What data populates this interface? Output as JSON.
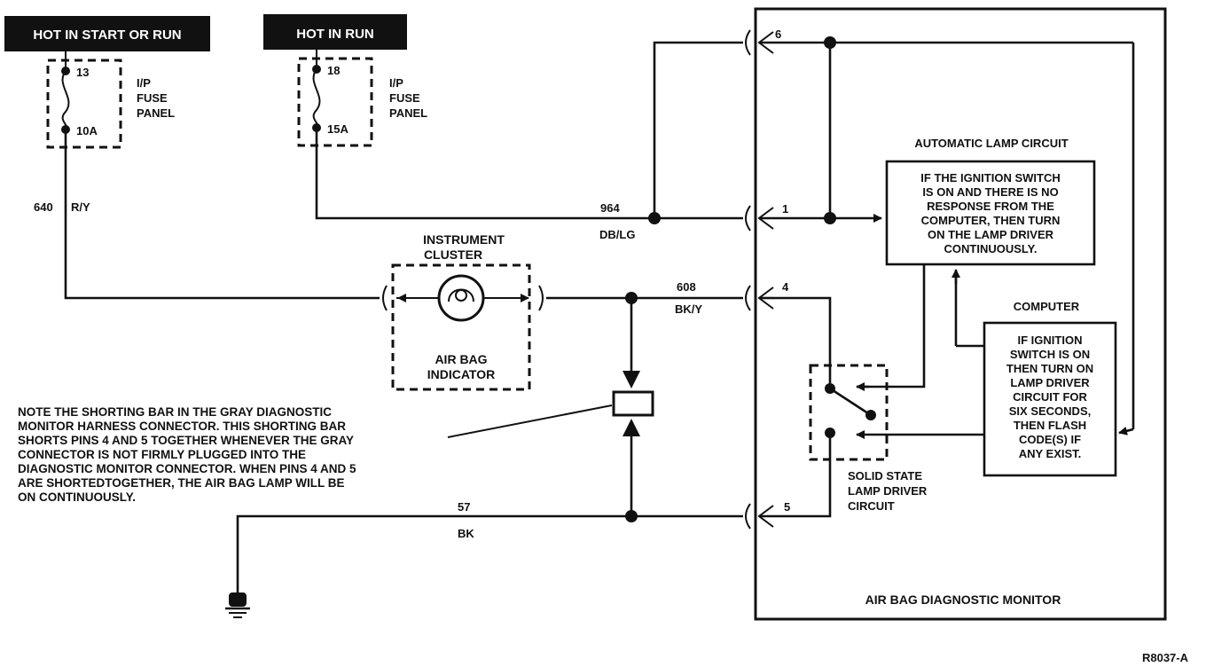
{
  "headers": {
    "left": "HOT IN START OR RUN",
    "right": "HOT IN RUN"
  },
  "fuses": {
    "left": {
      "pin_top": "13",
      "pin_bottom": "10A",
      "label": [
        "I/P",
        "FUSE",
        "PANEL"
      ]
    },
    "right": {
      "pin_top": "18",
      "pin_bottom": "15A",
      "label": [
        "I/P",
        "FUSE",
        "PANEL"
      ]
    }
  },
  "wires": {
    "w640": {
      "number": "640",
      "color": "R/Y"
    },
    "w964": {
      "number": "964",
      "color": "DB/LG"
    },
    "w608": {
      "number": "608",
      "color": "BK/Y"
    },
    "w57": {
      "number": "57",
      "color": "BK"
    }
  },
  "instrument_cluster": {
    "title": [
      "INSTRUMENT",
      "CLUSTER"
    ],
    "indicator": [
      "AIR BAG",
      "INDICATOR"
    ]
  },
  "note": [
    "NOTE THE SHORTING BAR IN THE GRAY DIAGNOSTIC",
    "MONITOR HARNESS CONNECTOR. THIS SHORTING BAR",
    "SHORTS PINS 4 AND 5 TOGETHER WHENEVER THE GRAY",
    "CONNECTOR IS NOT FIRMLY PLUGGED INTO THE",
    "DIAGNOSTIC MONITOR CONNECTOR. WHEN PINS 4 AND 5",
    "ARE SHORTEDTOGETHER, THE AIR BAG LAMP WILL BE",
    "ON CONTINUOUSLY."
  ],
  "monitor": {
    "pins": {
      "p6": "6",
      "p1": "1",
      "p4": "4",
      "p5": "5"
    },
    "automatic_lamp_title": "AUTOMATIC LAMP CIRCUIT",
    "automatic_lamp_box": [
      "IF THE IGNITION SWITCH",
      "IS ON AND THERE IS NO",
      "RESPONSE FROM THE",
      "COMPUTER, THEN TURN",
      "ON THE LAMP DRIVER",
      "CONTINUOUSLY."
    ],
    "computer_title": "COMPUTER",
    "computer_box": [
      "IF IGNITION",
      "SWITCH IS ON",
      "THEN TURN ON",
      "LAMP DRIVER",
      "CIRCUIT FOR",
      "SIX SECONDS,",
      "THEN FLASH",
      "CODE(S) IF",
      "ANY EXIST."
    ],
    "lamp_driver": [
      "SOLID STATE",
      "LAMP DRIVER",
      "CIRCUIT"
    ],
    "title": "AIR BAG DIAGNOSTIC MONITOR"
  },
  "figure_id": "R8037-A"
}
